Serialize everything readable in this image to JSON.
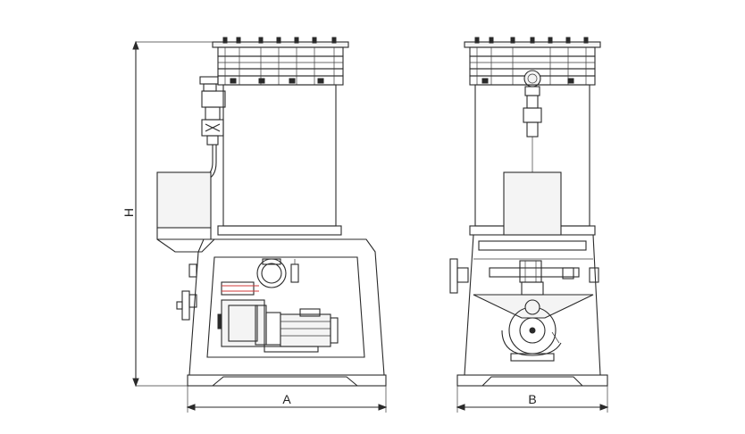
{
  "dimensions": {
    "height_label": "H",
    "width_label": "A",
    "depth_label": "B"
  },
  "colors": {
    "line": "#2a2a2a",
    "accent": "#d23a3a",
    "background": "#ffffff"
  }
}
